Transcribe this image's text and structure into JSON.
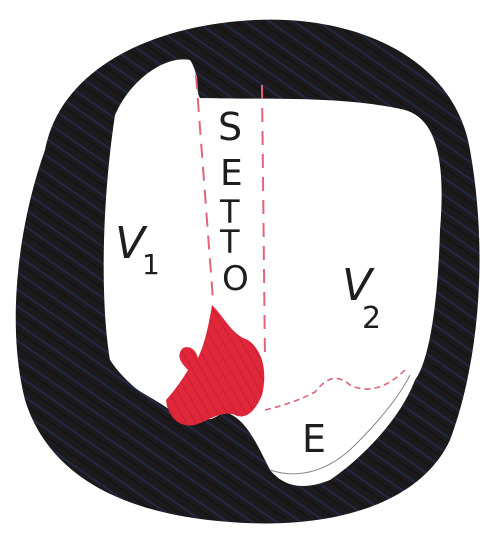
{
  "drawing": {
    "septum_letters": [
      "S",
      "E",
      "T",
      "T",
      "O"
    ],
    "label_v1_main": "V",
    "label_v1_sub": "1",
    "label_v2_main": "V",
    "label_v2_sub": "2",
    "label_e": "E",
    "colors": {
      "wall_black": "#1c1a1c",
      "wall_blue": "#1f3f7a",
      "septum_dashes": "#e0657a",
      "red_fill": "#e0273a",
      "ink": "#1e1e1e",
      "paper": "#ffffff"
    }
  }
}
